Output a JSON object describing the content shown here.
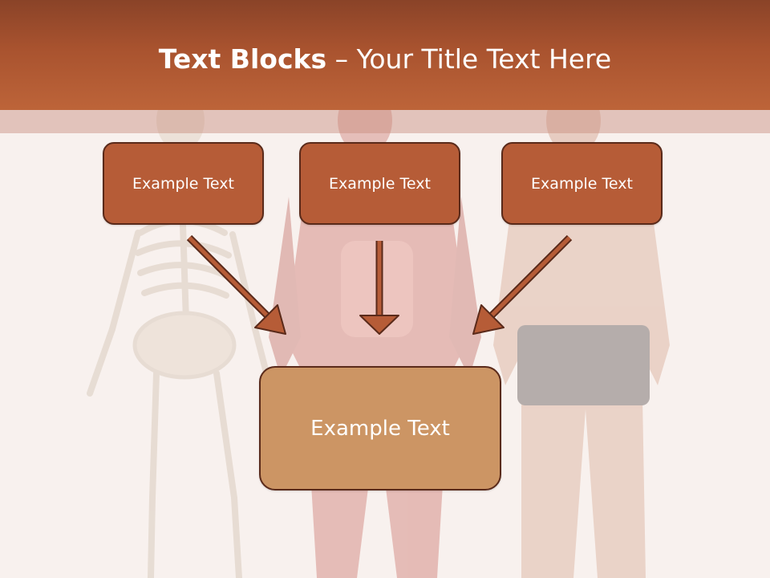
{
  "title": {
    "bold": "Text Blocks",
    "separator": " – ",
    "rest": "Your Title Text Here"
  },
  "boxes": [
    {
      "label": "Example Text"
    },
    {
      "label": "Example Text"
    },
    {
      "label": "Example Text"
    }
  ],
  "main_box": {
    "label": "Example Text"
  },
  "colors": {
    "header": "#a9532f",
    "box_fill": "#b65c37",
    "main_box_fill": "#cc9564",
    "border": "#5a2a1a",
    "arrow": "#b65c37"
  }
}
